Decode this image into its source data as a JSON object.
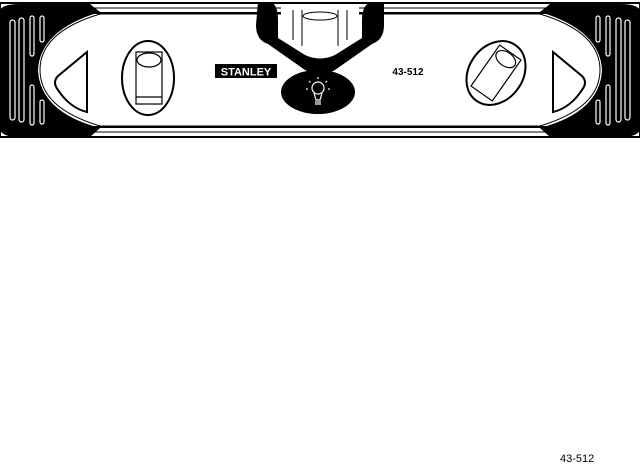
{
  "drawing": {
    "brand_label": "STANLEY",
    "model_label": "43-512",
    "icons": [
      "light-bulb-icon",
      "level-vial-icon"
    ]
  },
  "footer": {
    "model_number": "43-512"
  }
}
